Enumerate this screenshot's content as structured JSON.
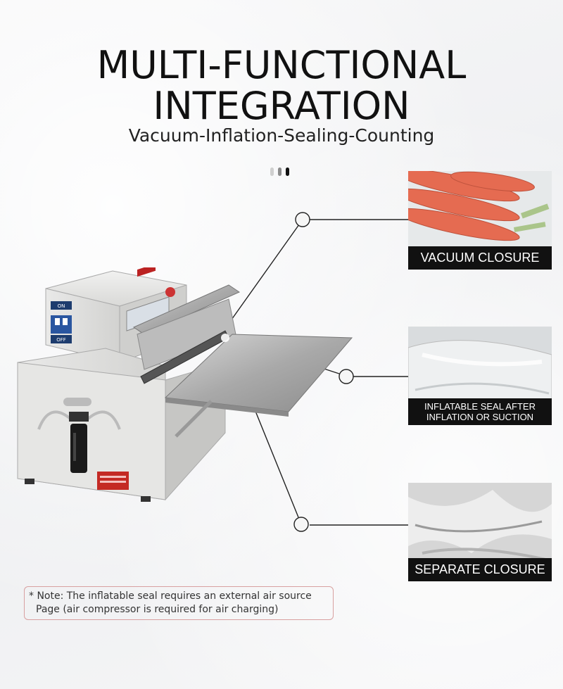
{
  "heading": {
    "line1": "MULTI-FUNCTIONAL",
    "line2": "INTEGRATION"
  },
  "subtitle": "Vacuum-Inflation-Sealing-Counting",
  "features": [
    {
      "label": "VACUUM CLOSURE"
    },
    {
      "label_line1": "INFLATABLE SEAL AFTER",
      "label_line2": "INFLATION OR SUCTION"
    },
    {
      "label": "SEPARATE CLOSURE"
    }
  ],
  "machine": {
    "switch_on": "ON",
    "switch_off": "OFF"
  },
  "note": {
    "line1": "* Note: The inflatable seal requires an external air source",
    "line2": "Page (air compressor is required for air charging)"
  },
  "colors": {
    "accent_red": "#cc2222",
    "note_border": "#d8a0a0",
    "label_bg": "#111111"
  }
}
